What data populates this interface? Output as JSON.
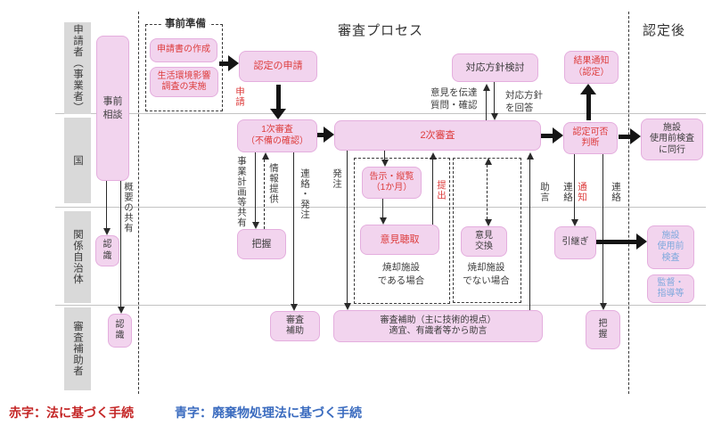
{
  "titles": {
    "prep": "事前準備",
    "main": "審査プロセス",
    "post": "認定後"
  },
  "lanes": {
    "applicant": "申請者（事業者）",
    "state": "国",
    "municipality": "関係自治体",
    "assistant": "審査補助者"
  },
  "boxes": {
    "consult": "事前\n相談",
    "prep1": "申請書の作成",
    "prep2": "生活環境影響\n調査の実施",
    "apply": "認定の申請",
    "review1": "1次審査\n（不備の確認）",
    "review2": "2次審査",
    "policy": "対応方針検討",
    "notify": "結果通知\n（認定）",
    "decide": "認定可否\n判断",
    "accompany": "施設\n使用前検査\nに同行",
    "notice": "告示・縦覧\n（1か月）",
    "hearing": "意見聴取",
    "exchange": "意見\n交換",
    "grasp_left": "把握",
    "handover": "引継ぎ",
    "inspect": "施設\n使用前\n検査",
    "supervise": "監督・\n指導等",
    "recognize1": "認\n識",
    "recognize2": "認\n識",
    "assist_small": "審査\n補助",
    "assist_long": "審査補助（主に技術的視点）\n適宜、有識者等から助言",
    "grasp_right": "把\n握"
  },
  "cases": {
    "burn": "焼却施設\nである場合",
    "noburn": "焼却施設\nでない場合"
  },
  "labels": {
    "shinsei": "申請",
    "gaiyo": "概要の共有",
    "jigyo": "事業計画等共有",
    "joho": "情報提供",
    "renraku_hacchu": "連絡・発注",
    "hacchu": "発注",
    "teishutsu": "提出",
    "jogen": "助言",
    "renraku_a": "連絡",
    "tsuchi": "通知",
    "renraku_b": "連絡",
    "iken": "意見を伝達\n質問・確認",
    "kaito": "対応方針\nを回答"
  },
  "legend": {
    "red": "赤字：法に基づく手続",
    "blue": "青字：廃棄物処理法に基づく手続"
  },
  "colors": {
    "box_fill": "#f2d4ee",
    "red_text": "#dd3c3c",
    "blue_text": "#7fa9dd",
    "lane_fill": "#d9d9d9"
  }
}
